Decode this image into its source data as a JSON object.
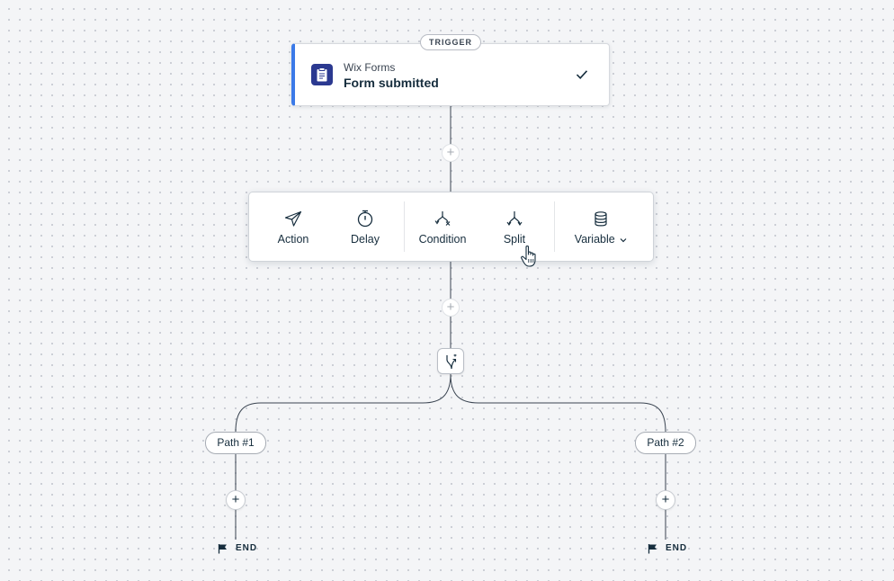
{
  "trigger": {
    "badge": "TRIGGER",
    "app_name": "Wix Forms",
    "event": "Form submitted",
    "accent_color": "#3b7ae8",
    "app_icon": "clipboard-icon",
    "status_icon": "check-icon"
  },
  "menu": {
    "items": [
      {
        "label": "Action",
        "icon": "send-icon"
      },
      {
        "label": "Delay",
        "icon": "timer-icon"
      },
      {
        "label": "Condition",
        "icon": "condition-icon"
      },
      {
        "label": "Split",
        "icon": "split-icon"
      },
      {
        "label": "Variable",
        "icon": "database-icon"
      }
    ]
  },
  "split_node": {
    "icon": "split-branch-icon"
  },
  "paths": [
    {
      "label": "Path #1",
      "end_label": "END"
    },
    {
      "label": "Path #2",
      "end_label": "END"
    }
  ],
  "plus_symbol": "+"
}
